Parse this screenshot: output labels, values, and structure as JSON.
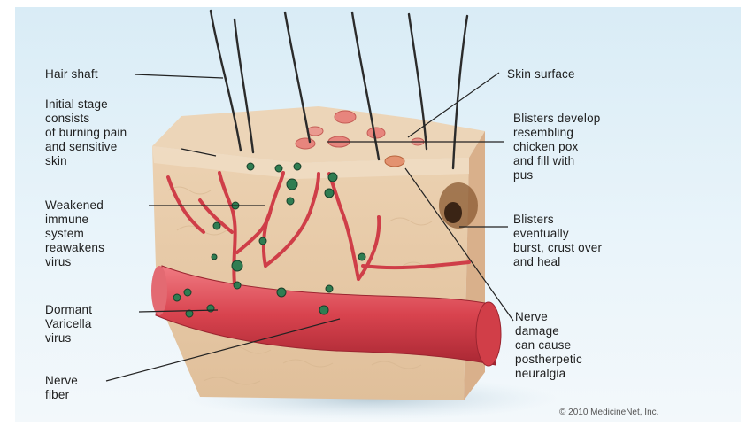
{
  "labels": {
    "hair_shaft": "Hair shaft",
    "initial_stage": "Initial stage\nconsists\nof burning pain\nand sensitive\nskin",
    "weakened_immune": "Weakened\nimmune\nsystem\nreawakens\nvirus",
    "dormant_virus": "Dormant\nVaricella\nvirus",
    "nerve_fiber": "Nerve\nfiber",
    "skin_surface": "Skin surface",
    "blisters_develop": "Blisters develop\nresembling\nchicken pox\nand fill with\npus",
    "blisters_burst": "Blisters\neventually\nburst, crust over\nand heal",
    "nerve_damage": "Nerve\ndamage\ncan cause\npostherpetic\nneuralgia"
  },
  "copyright": "© 2010 MedicineNet, Inc.",
  "colors": {
    "background": "#dcedf7",
    "skin_top": "#ecd3b4",
    "skin_side": "#e4c39f",
    "skin_right": "#d7ad86",
    "nerve": "#d9454f",
    "vessel": "#c8444a",
    "virus": "#2f7d52",
    "hair": "#2b2b2b",
    "leader_line": "#222222"
  }
}
